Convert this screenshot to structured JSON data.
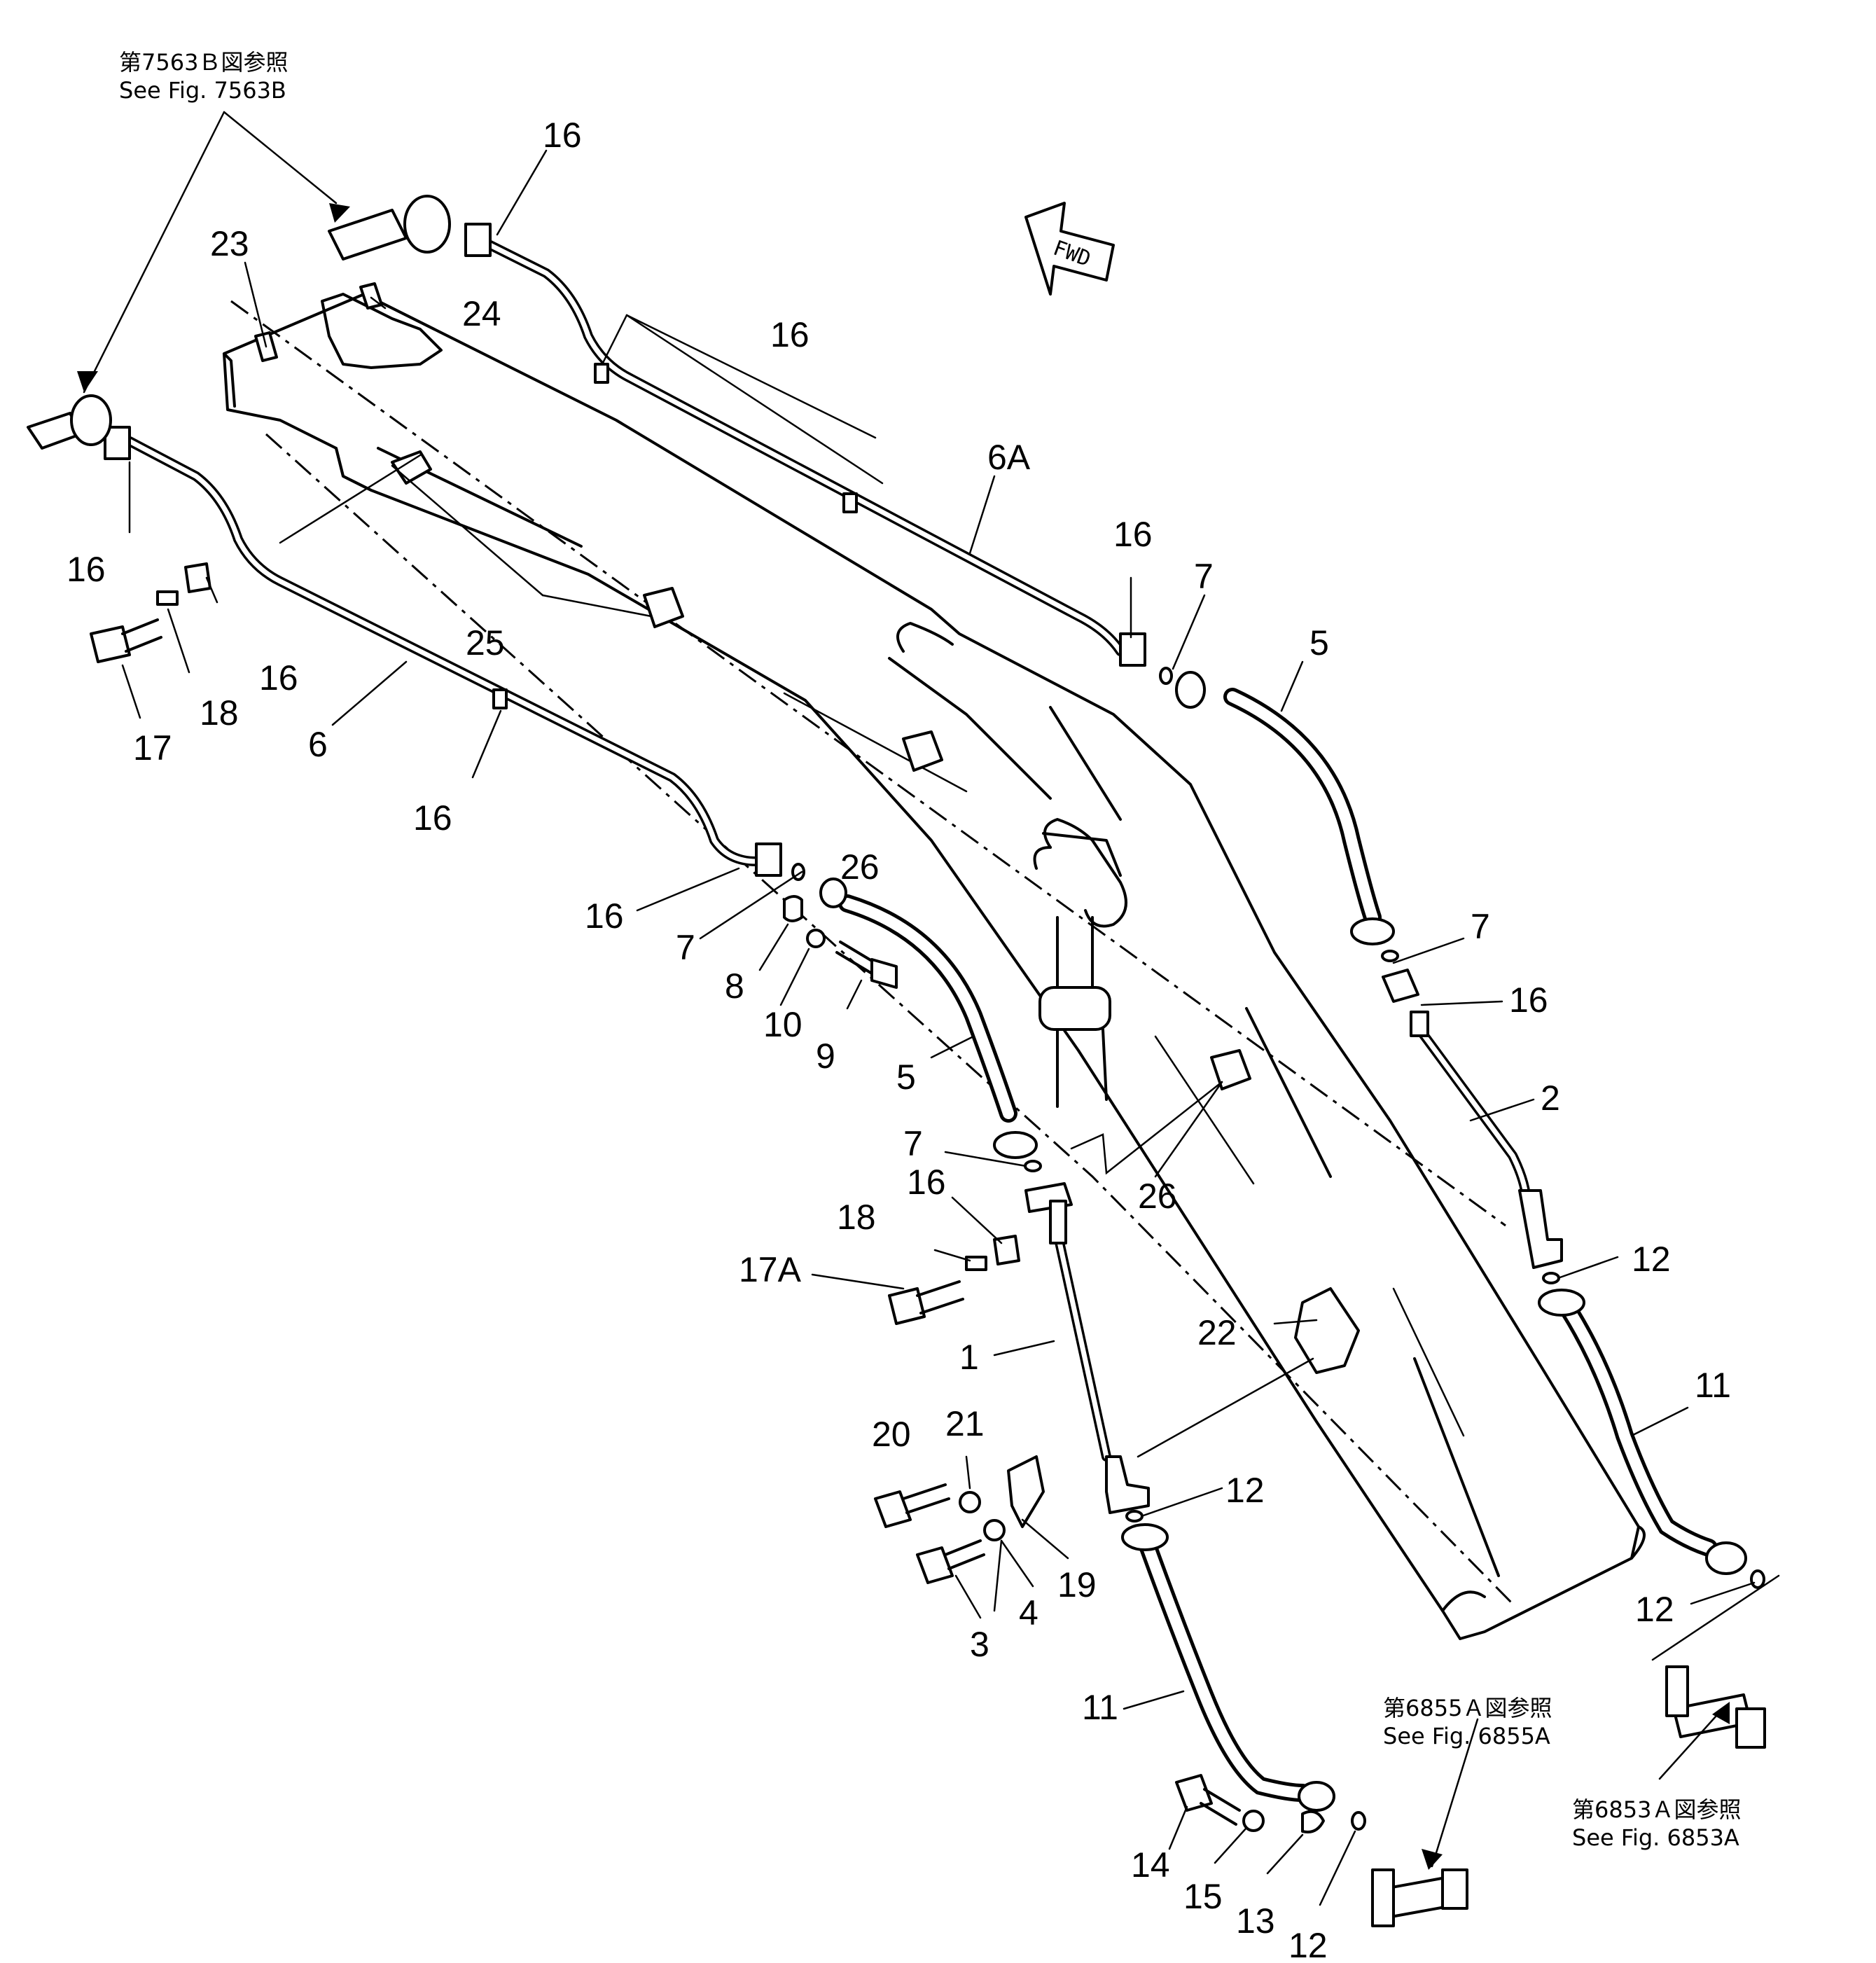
{
  "references": {
    "top_left": {
      "jp": "第7563Ｂ図参照",
      "en": "See Fig. 7563B"
    },
    "bottom_mid": {
      "jp": "第6855Ａ図参照",
      "en": "See Fig. 6855A"
    },
    "bottom_right": {
      "jp": "第6853Ａ図参照",
      "en": "See Fig. 6853A"
    }
  },
  "fwd_label": "FWD",
  "callouts": {
    "c16_top": "16",
    "c16_top_group": "16",
    "c23": "23",
    "c24": "24",
    "c6a": "6A",
    "c16_right_top": "16",
    "c7_top": "7",
    "c5_top": "5",
    "c16_left": "16",
    "c25": "25",
    "c16_clip": "16",
    "c17": "17",
    "c18": "18",
    "c6": "6",
    "c16_pipe_mid": "16",
    "c16_lower": "16",
    "c26_a": "26",
    "c7_mid": "7",
    "c8": "8",
    "c10": "10",
    "c9": "9",
    "c5_mid": "5",
    "c7_right": "7",
    "c16_right": "16",
    "c2": "2",
    "c7_low": "7",
    "c16_low": "16",
    "c26_b": "26",
    "c18_low": "18",
    "c17a": "17A",
    "c12_right": "12",
    "c1": "1",
    "c22": "22",
    "c11_right": "11",
    "c20": "20",
    "c21": "21",
    "c12_mid": "12",
    "c19": "19",
    "c4": "4",
    "c3": "3",
    "c12_rlow": "12",
    "c11_low": "11",
    "c14": "14",
    "c15": "15",
    "c13": "13",
    "c12_bottom": "12"
  }
}
